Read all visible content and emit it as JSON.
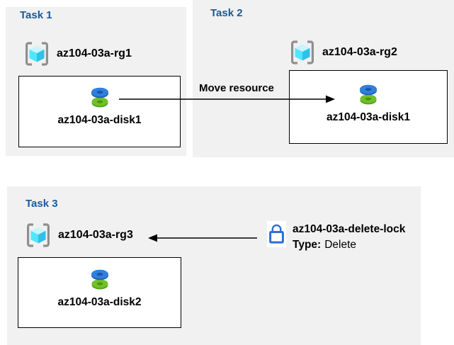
{
  "colors": {
    "task_title_blue": "#1a5a96",
    "panel_gray": "#f1f1f1",
    "box_border": "#000000",
    "arrow_black": "#000000",
    "lock_blue": "#2e6fd8",
    "rg_bracket_gray": "#8f8f8f",
    "rg_cube_top": "#c8f4ff",
    "rg_cube_left": "#50e6ff",
    "rg_cube_right": "#31c0e8",
    "disk_blue": "#307fdd",
    "disk_blue_dark": "#1e62b8",
    "disk_green": "#70c027",
    "disk_green_dark": "#55a317"
  },
  "tasks": [
    {
      "title": "Task 1",
      "resource_group": "az104-03a-rg1",
      "resource": "az104-03a-disk1"
    },
    {
      "title": "Task 2",
      "resource_group": "az104-03a-rg2",
      "resource": "az104-03a-disk1"
    },
    {
      "title": "Task 3",
      "resource_group": "az104-03a-rg3",
      "resource": "az104-03a-disk2"
    }
  ],
  "move_arrow": {
    "label": "Move resource"
  },
  "lock": {
    "name": "az104-03a-delete-lock",
    "type_label": "Type:",
    "type_value": "Delete"
  },
  "icons": {
    "resource_group": "resource-group-icon",
    "disk": "managed-disk-icon",
    "lock": "lock-icon"
  }
}
